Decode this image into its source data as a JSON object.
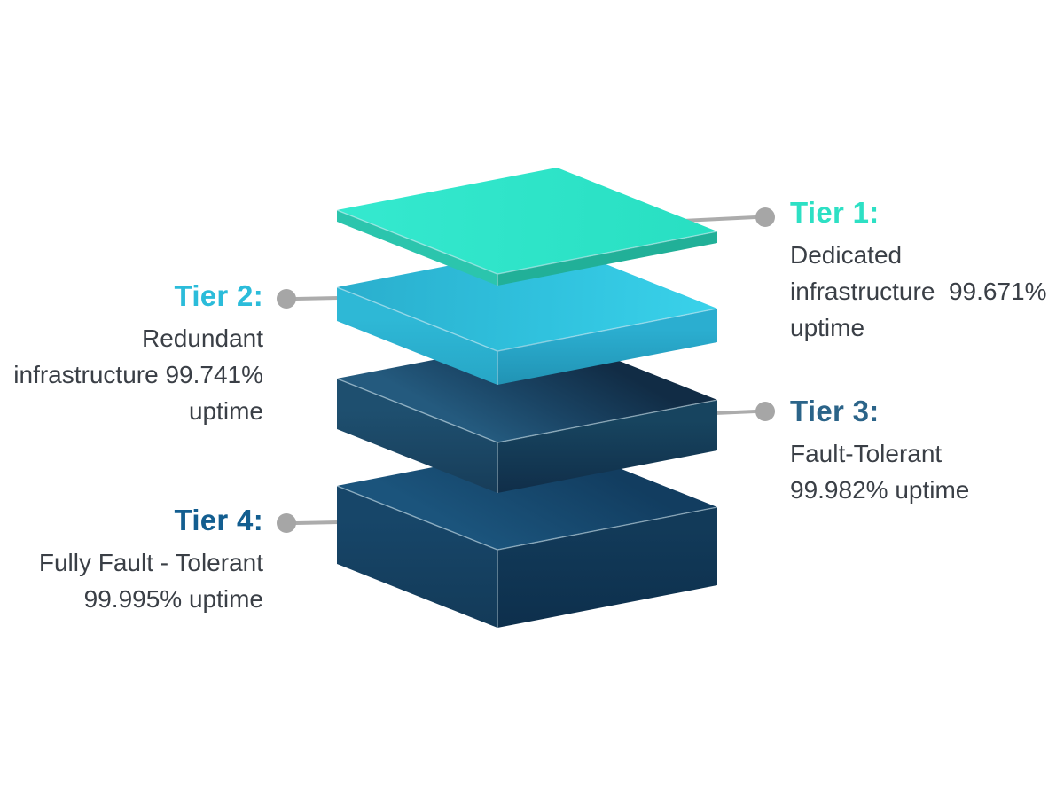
{
  "diagram_type": "stacked-3d-layer-tier-diagram",
  "tiers": [
    {
      "id": "tier-1",
      "label": "Tier 1:",
      "description": "Dedicated infrastructure",
      "uptime": "99.671%",
      "lines": [
        "Dedicated",
        "infrastructure  99.671%",
        "uptime"
      ],
      "label_side": "right",
      "accent_color": "#2de0c4",
      "layer_color": "#2ce3c7"
    },
    {
      "id": "tier-2",
      "label": "Tier 2:",
      "description": "Redundant infrastructure",
      "uptime": "99.741%",
      "lines": [
        "Redundant",
        "infrastructure 99.741%",
        "uptime"
      ],
      "label_side": "left",
      "accent_color": "#2bbcda",
      "layer_color": "#2fc3e0"
    },
    {
      "id": "tier-3",
      "label": "Tier 3:",
      "description": "Fault-Tolerant",
      "uptime": "99.982%",
      "lines": [
        "Fault-Tolerant",
        "99.982% uptime"
      ],
      "label_side": "right",
      "accent_color": "#2b6489",
      "layer_color": "#1b4c6e"
    },
    {
      "id": "tier-4",
      "label": "Tier 4:",
      "description": "Fully Fault - Tolerant",
      "uptime": "99.995%",
      "lines": [
        "Fully Fault - Tolerant",
        "99.995% uptime"
      ],
      "label_side": "left",
      "accent_color": "#135e90",
      "layer_color": "#154a71"
    }
  ],
  "colors": {
    "background": "#ffffff",
    "body_text": "#3a3f46",
    "connector": "#acacac",
    "connector_dot": "#a6a6a6"
  }
}
